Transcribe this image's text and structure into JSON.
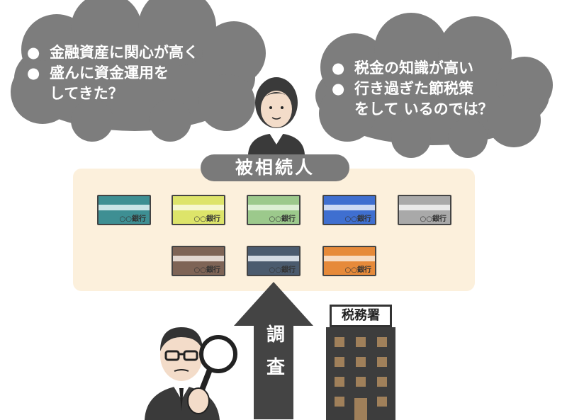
{
  "cloud_left": {
    "items": [
      "金融資産に関心が高く",
      "盛んに資金運用を",
      "してきた？"
    ]
  },
  "cloud_right": {
    "items": [
      "税金の知識が高い",
      "行き過ぎた節税策",
      "をして いるのでは？"
    ]
  },
  "bullet": "●",
  "person_label": "被相続人",
  "bank_label": "○○銀行",
  "bank_cards": [
    {
      "color": "#3e8f93",
      "stripe": "#c9e4e6"
    },
    {
      "color": "#dde46a",
      "stripe": "#f6f7cf"
    },
    {
      "color": "#9cc98c",
      "stripe": "#dcefd4"
    },
    {
      "color": "#3f6fd0",
      "stripe": "#cddaf3"
    },
    {
      "color": "#a9a9a9",
      "stripe": "#e9e9e9"
    },
    {
      "color": "#7e6456",
      "stripe": "#e2d7d0"
    },
    {
      "color": "#4b5b6e",
      "stripe": "#d3dae2"
    },
    {
      "color": "#e68a3a",
      "stripe": "#f7dcc3"
    }
  ],
  "arrow_text": [
    "調",
    "査"
  ],
  "tax_office": "税務署",
  "icons": [
    "woman-avatar-icon",
    "investigator-magnifier-icon",
    "office-building-icon"
  ]
}
